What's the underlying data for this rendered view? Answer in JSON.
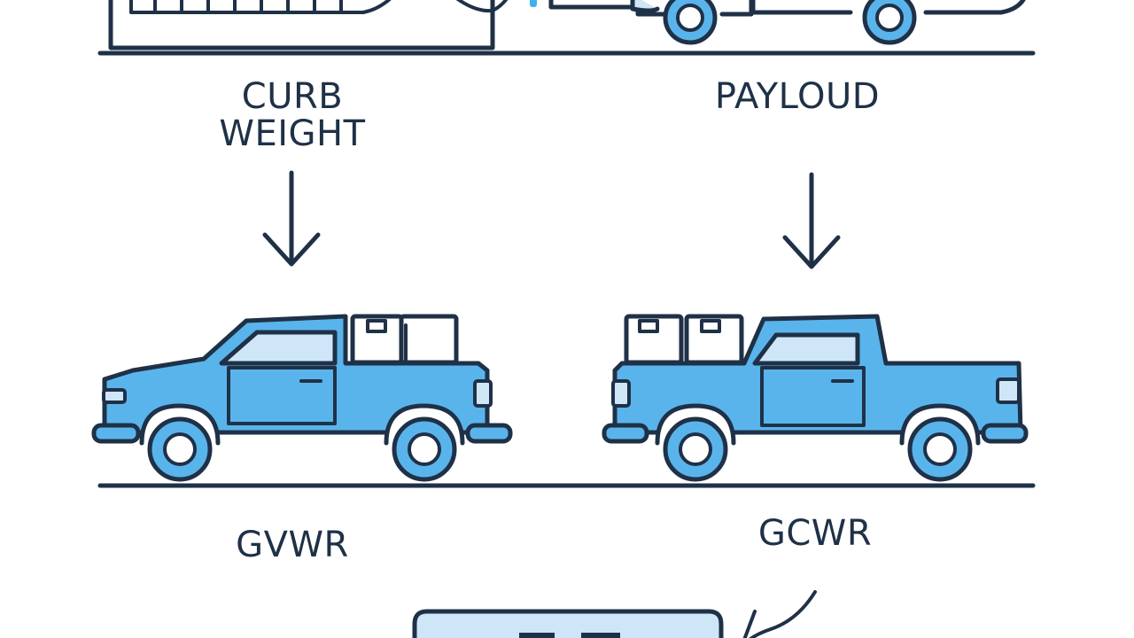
{
  "labels": {
    "curb_weight_line1": "CURB",
    "curb_weight_line2": "WEIGHT",
    "payload": "PAYLOUD",
    "gvwr": "GVWR",
    "gcwr": "GCWR"
  },
  "colors": {
    "outline": "#1f3147",
    "truck_fill": "#5ab4ec",
    "truck_light": "#cfe6f8",
    "wheel_fill": "#ffffff",
    "ground": "#1f3147",
    "accent": "#3fb2ee"
  },
  "icons": {
    "arrow_left": "arrow-down-icon",
    "arrow_right": "arrow-down-icon",
    "truck_left": "pickup-truck-icon",
    "truck_right": "pickup-truck-icon"
  }
}
